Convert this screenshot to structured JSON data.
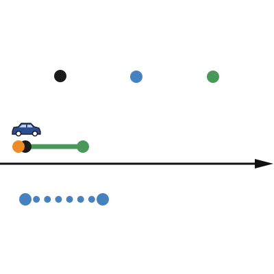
{
  "colors": {
    "background": "#ffffff",
    "black": "#1b1b1b",
    "blue": "#4682c0",
    "green": "#4a9858",
    "orange": "#f08a24",
    "car_body": "#2e4c8e",
    "car_window": "#b8cdf0",
    "axis": "#111111"
  },
  "palette": [
    {
      "name": "black",
      "color_key": "black"
    },
    {
      "name": "blue",
      "color_key": "blue"
    },
    {
      "name": "green",
      "color_key": "green"
    }
  ],
  "track": {
    "car_icon": "car-icon",
    "orange_marker": "orange",
    "black_marker": "black",
    "green_marker": "green"
  },
  "number_line": {
    "arrow_icon": "arrow-right-icon"
  },
  "dot_row": {
    "large_end_dots": 2,
    "small_dots": 6,
    "color_key": "blue"
  }
}
